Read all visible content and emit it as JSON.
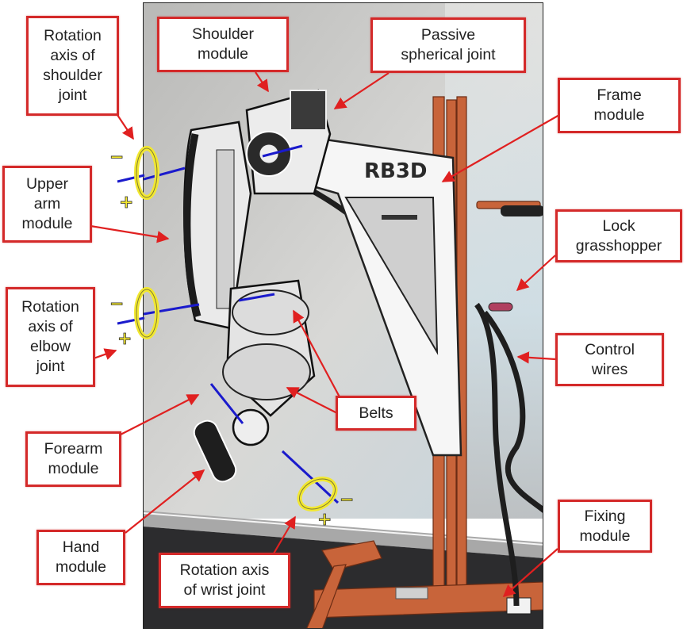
{
  "figure": {
    "logo_text": "RB3D",
    "colors": {
      "callout_border": "#d42a2a",
      "arrow": "#e02020",
      "axis_line": "#1a1acc",
      "rotation_ring": "#f2e830",
      "frame_orange": "#c8643a"
    }
  },
  "callouts": [
    {
      "id": "shoulder-axis",
      "text": "Rotation\naxis of\nshoulder\njoint"
    },
    {
      "id": "shoulder-module",
      "text": "Shoulder\nmodule"
    },
    {
      "id": "passive-joint",
      "text": "Passive\nspherical joint"
    },
    {
      "id": "frame-module",
      "text": "Frame\nmodule"
    },
    {
      "id": "upper-arm",
      "text": "Upper\narm\nmodule"
    },
    {
      "id": "lock-grasshopper",
      "text": "Lock\ngrasshopper"
    },
    {
      "id": "elbow-axis",
      "text": "Rotation\naxis of\nelbow\njoint"
    },
    {
      "id": "control-wires",
      "text": "Control\nwires"
    },
    {
      "id": "belts",
      "text": "Belts"
    },
    {
      "id": "forearm",
      "text": "Forearm\nmodule"
    },
    {
      "id": "hand",
      "text": "Hand\nmodule"
    },
    {
      "id": "wrist-axis",
      "text": "Rotation axis\nof wrist joint"
    },
    {
      "id": "fixing",
      "text": "Fixing\nmodule"
    }
  ],
  "rotation_signs": {
    "minus": "−",
    "plus": "+"
  }
}
